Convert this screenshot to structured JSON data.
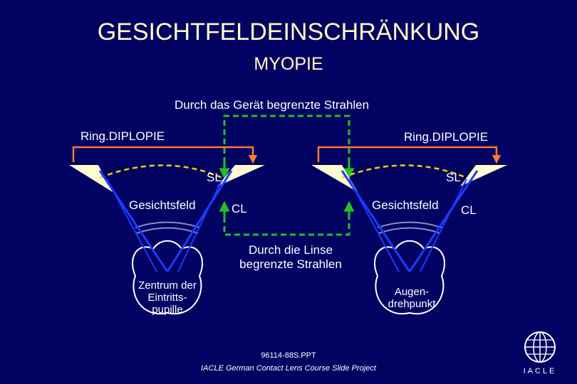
{
  "title": "GESICHTFELDEINSCHRÄNKUNG",
  "subtitle": "MYOPIE",
  "labels": {
    "device_rays": "Durch das Gerät begrenzte Strahlen",
    "ring_left": "Ring.DIPLOPIE",
    "ring_right": "Ring.DIPLOPIE",
    "sl_left": "SL",
    "sl_right": "SL",
    "field_left": "Gesichtsfeld",
    "field_right": "Gesichtsfeld",
    "cl_left": "CL",
    "cl_right": "CL",
    "lens_rays_line1": "Durch die Linse",
    "lens_rays_line2": "begrenzte Strahlen",
    "pupil_line1": "Zentrum der",
    "pupil_line2": "Eintritts-",
    "pupil_line3": "pupille",
    "rotation_line1": "Augen-",
    "rotation_line2": "drehpunkt"
  },
  "footer": {
    "code": "96114-88S.PPT",
    "credit": "IACLE German Contact Lens Course Slide Project"
  },
  "logo": {
    "text": "IACLE",
    "icon": "globe-icon"
  },
  "colors": {
    "background": "#020262",
    "title": "#fffbc4",
    "blue_rays": "#1a3cff",
    "orange_lines": "#ff7a33",
    "green_dashed": "#22c022",
    "yellow_dashed": "#e8d400",
    "lens_fill": "#fffbd0"
  }
}
